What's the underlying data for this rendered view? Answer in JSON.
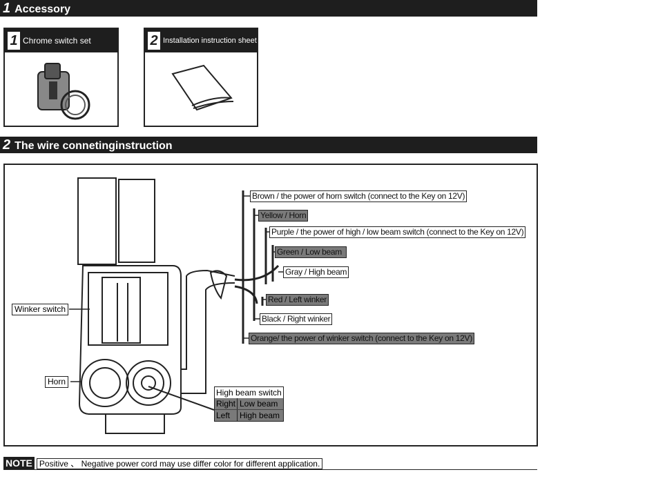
{
  "section1": {
    "number": "1",
    "title": "Accessory"
  },
  "accessories": [
    {
      "number": "1",
      "label": "Chrome switch set"
    },
    {
      "number": "2",
      "label": "Installation instruction sheet"
    }
  ],
  "section2": {
    "number": "2",
    "title": "The wire connetinginstruction"
  },
  "wires": [
    {
      "label": "Brown / the power of horn switch (connect to the Key on 12V)",
      "shade": "white"
    },
    {
      "label": "Yellow / Horn",
      "shade": "gray"
    },
    {
      "label": "Purple / the power of high / low beam switch (connect to the Key on 12V)",
      "shade": "white"
    },
    {
      "label": "Green / Low beam",
      "shade": "gray"
    },
    {
      "label": "Gray / High beam",
      "shade": "white"
    },
    {
      "label": "Red / Left winker",
      "shade": "gray"
    },
    {
      "label": "Black / Right winker",
      "shade": "white"
    },
    {
      "label": "Orange/ the power of winker switch (connect to the Key on 12V)",
      "shade": "gray"
    }
  ],
  "parts": {
    "winker": "Winker switch",
    "horn": "Horn"
  },
  "high_beam_switch": {
    "title": "High beam switch",
    "rows": [
      {
        "position": "Right",
        "function": "Low beam"
      },
      {
        "position": "Left",
        "function": "High beam"
      }
    ]
  },
  "note": {
    "tag": "NOTE",
    "text": "Positive 、 Negative power cord may use differ color for different application."
  }
}
